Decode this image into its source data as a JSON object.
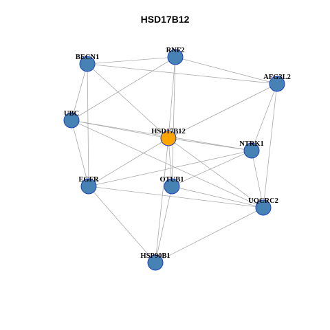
{
  "title": "HSD17B12",
  "colors": {
    "node_default": "#4682b4",
    "node_focus": "#ffa500",
    "node_border": "#1b3fbf",
    "edge": "#a9a9a9"
  },
  "graph": {
    "nodes": [
      {
        "id": "HSD17B12",
        "label": "HSD17B12",
        "focus": true
      },
      {
        "id": "BECN1",
        "label": "BECN1",
        "focus": false
      },
      {
        "id": "RNF2",
        "label": "RNF2",
        "focus": false
      },
      {
        "id": "AFG3L2",
        "label": "AFG3L2",
        "focus": false
      },
      {
        "id": "UBC",
        "label": "UBC",
        "focus": false
      },
      {
        "id": "NTRK1",
        "label": "NTRK1",
        "focus": false
      },
      {
        "id": "EGFR",
        "label": "EGFR",
        "focus": false
      },
      {
        "id": "OTUB1",
        "label": "OTUB1",
        "focus": false
      },
      {
        "id": "UQCRC2",
        "label": "UQCRC2",
        "focus": false
      },
      {
        "id": "HSP90B1",
        "label": "HSP90B1",
        "focus": false
      }
    ],
    "edges": [
      [
        "BECN1",
        "RNF2"
      ],
      [
        "BECN1",
        "AFG3L2"
      ],
      [
        "BECN1",
        "UBC"
      ],
      [
        "BECN1",
        "HSD17B12"
      ],
      [
        "BECN1",
        "EGFR"
      ],
      [
        "RNF2",
        "AFG3L2"
      ],
      [
        "RNF2",
        "UBC"
      ],
      [
        "RNF2",
        "HSD17B12"
      ],
      [
        "RNF2",
        "OTUB1"
      ],
      [
        "AFG3L2",
        "HSD17B12"
      ],
      [
        "AFG3L2",
        "NTRK1"
      ],
      [
        "AFG3L2",
        "UQCRC2"
      ],
      [
        "UBC",
        "HSD17B12"
      ],
      [
        "UBC",
        "NTRK1"
      ],
      [
        "UBC",
        "EGFR"
      ],
      [
        "UBC",
        "UQCRC2"
      ],
      [
        "HSD17B12",
        "NTRK1"
      ],
      [
        "HSD17B12",
        "EGFR"
      ],
      [
        "HSD17B12",
        "OTUB1"
      ],
      [
        "HSD17B12",
        "UQCRC2"
      ],
      [
        "HSD17B12",
        "HSP90B1"
      ],
      [
        "NTRK1",
        "EGFR"
      ],
      [
        "NTRK1",
        "OTUB1"
      ],
      [
        "NTRK1",
        "UQCRC2"
      ],
      [
        "EGFR",
        "UQCRC2"
      ],
      [
        "EGFR",
        "HSP90B1"
      ],
      [
        "OTUB1",
        "UQCRC2"
      ],
      [
        "OTUB1",
        "HSP90B1"
      ],
      [
        "UQCRC2",
        "HSP90B1"
      ]
    ]
  }
}
